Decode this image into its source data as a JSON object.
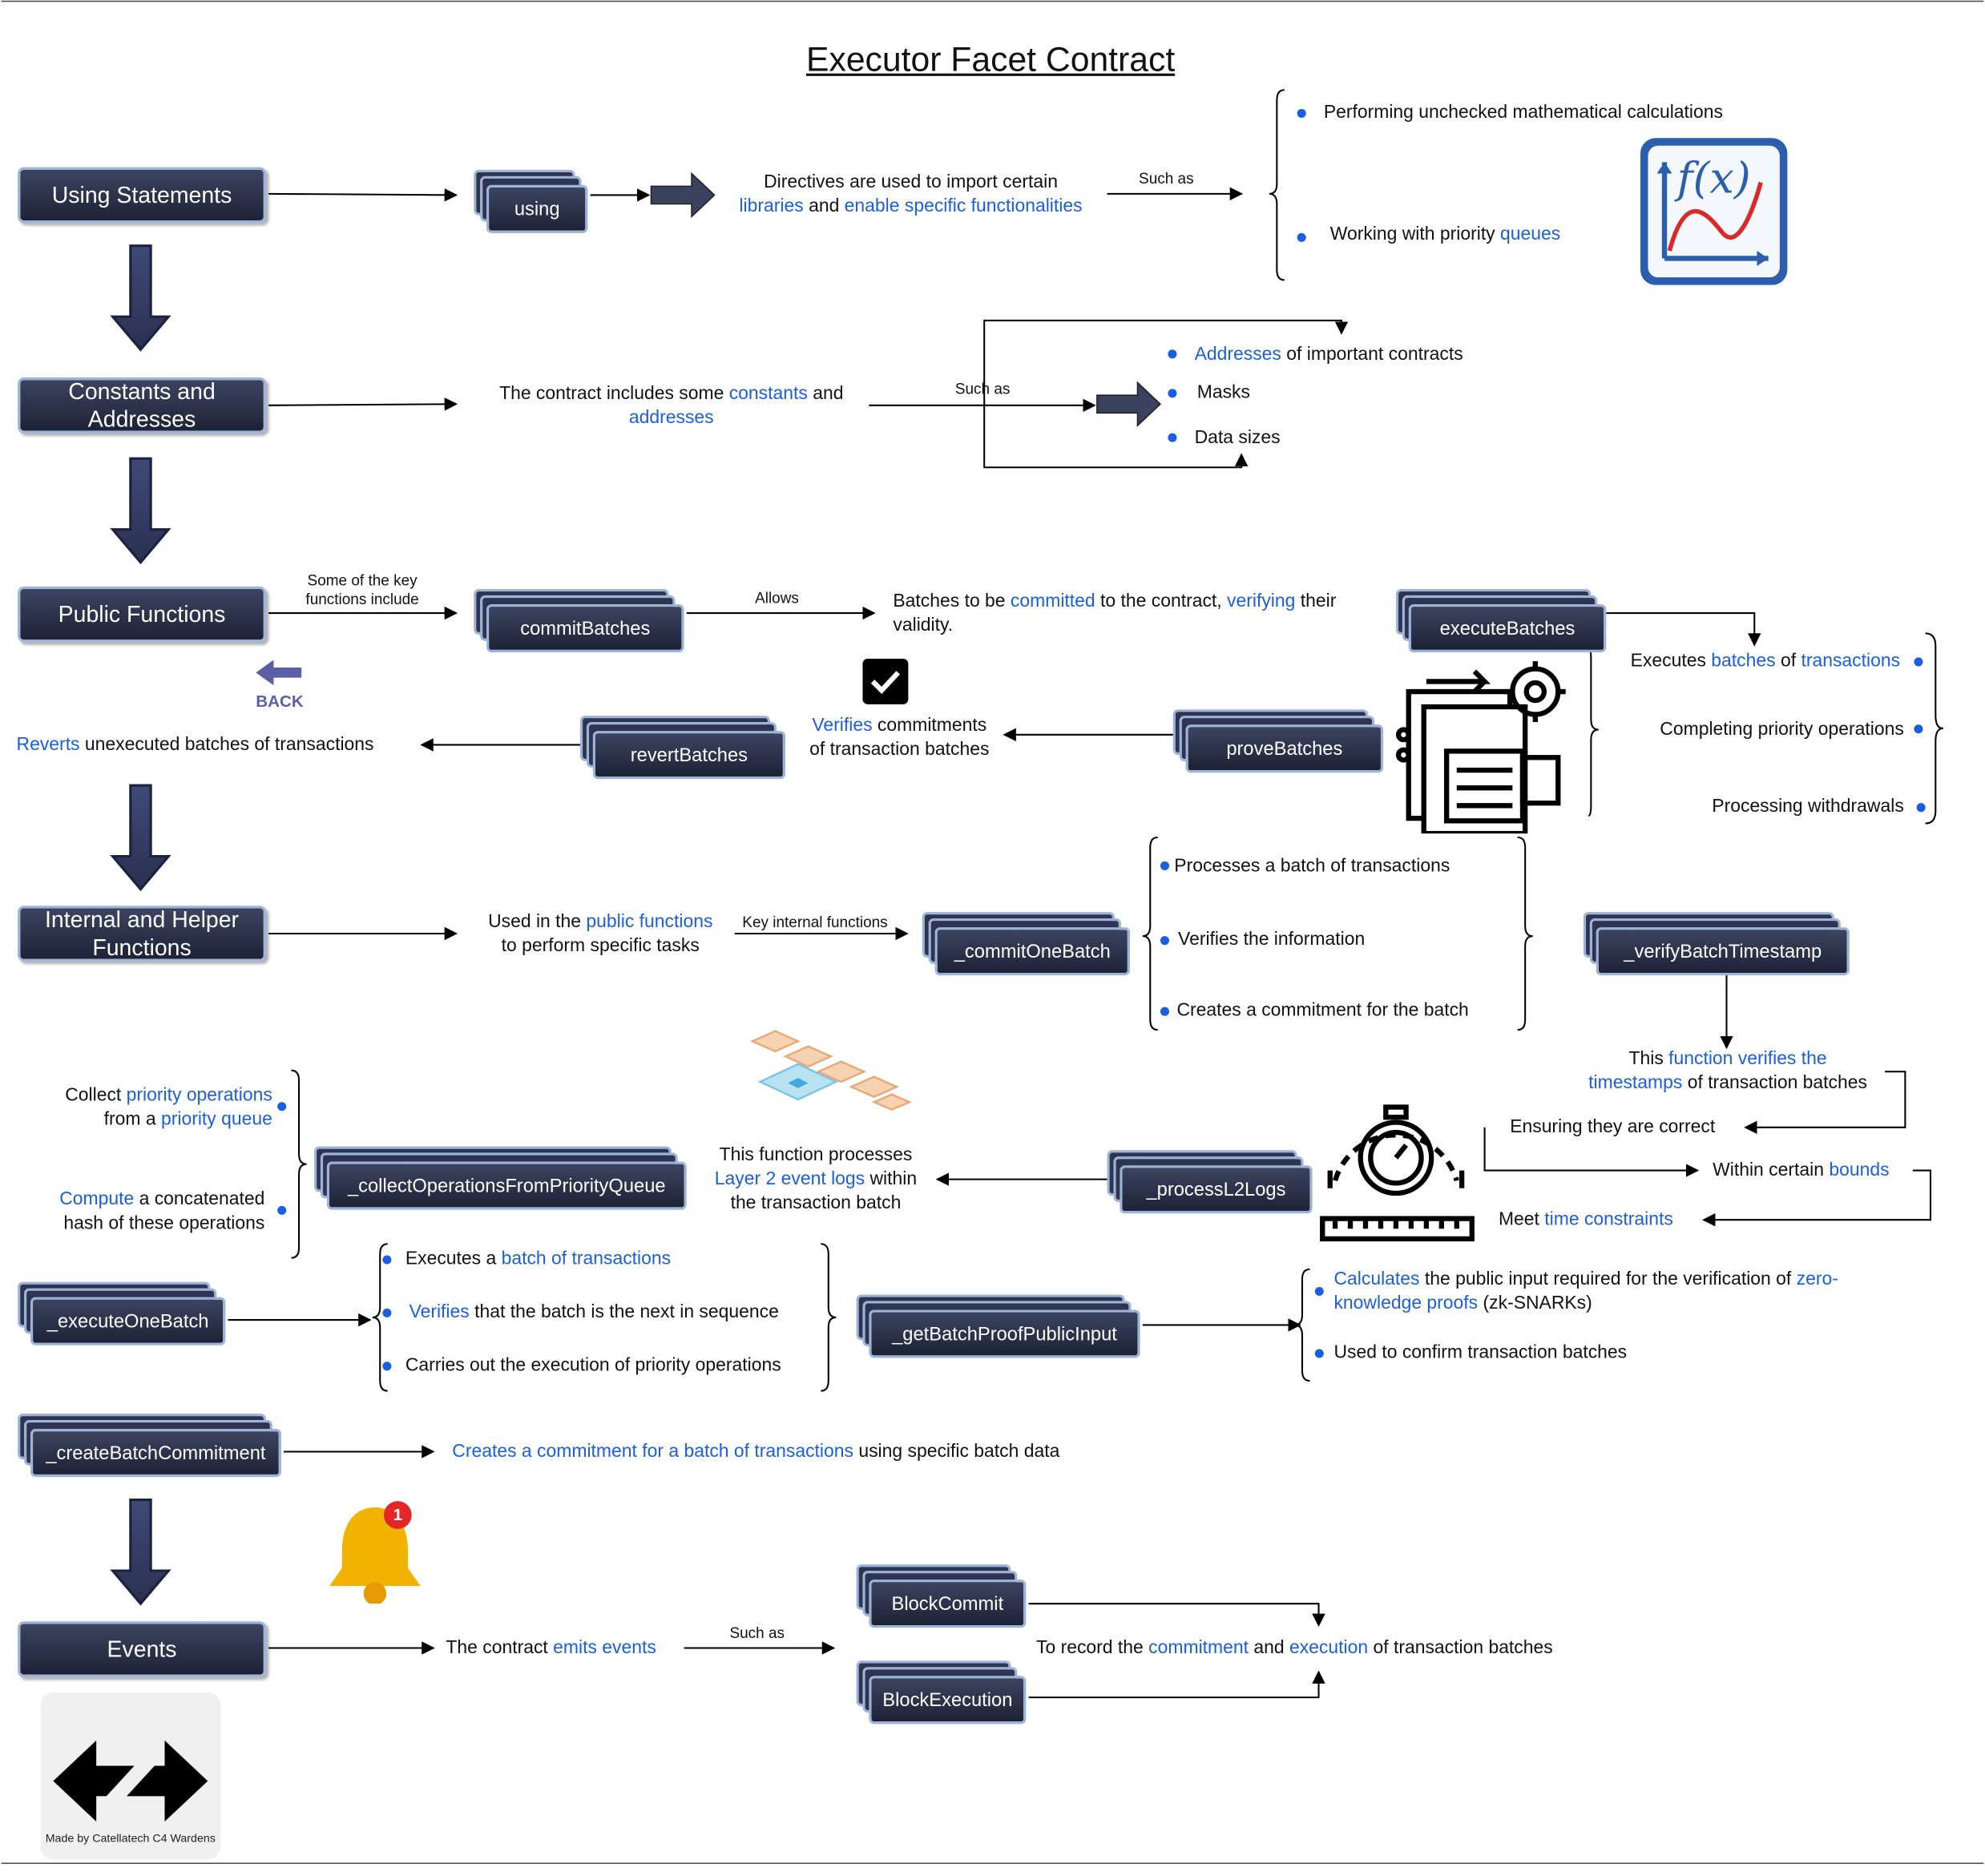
{
  "title": "Executor Facet Contract",
  "sections": {
    "using": "Using Statements",
    "constants": "Constants and Addresses",
    "public": "Public Functions",
    "internal": "Internal and Helper Functions",
    "events": "Events"
  },
  "using_row": {
    "box": "using",
    "desc_1": "Directives are used to import certain",
    "desc_2a": "libraries",
    "desc_2b": " and ",
    "desc_2c": "enable specific functionalities",
    "such_as": "Such as",
    "item_1": "Performing unchecked mathematical calculations",
    "item_2a": "Working with priority ",
    "item_2b": "queues"
  },
  "constants_row": {
    "desc_1a": "The contract includes some ",
    "desc_1b": "constants",
    "desc_1c": " and",
    "desc_2": "addresses",
    "such_as": "Such as",
    "item_1a": "Addresses",
    "item_1b": " of important contracts",
    "item_2": "Masks",
    "item_3": "Data sizes"
  },
  "public_row": {
    "label_1": "Some of the key",
    "label_2": "functions include",
    "commit": "commitBatches",
    "allows": "Allows",
    "desc_1a": "Batches to be ",
    "desc_1b": "committed",
    "desc_1c": " to the contract, ",
    "desc_1d": "verifying",
    "desc_1e": " their",
    "desc_2": "validity.",
    "execute": "executeBatches",
    "exec_1a": "Executes ",
    "exec_1b": "batches",
    "exec_1c": " of ",
    "exec_1d": "transactions",
    "exec_2": "Completing priority operations",
    "exec_3": "Processing withdrawals",
    "prove": "proveBatches",
    "verify_1a": "Verifies",
    "verify_1b": " commitments",
    "verify_2": "of transaction batches",
    "revert": "revertBatches",
    "reverts_a": "Reverts",
    "reverts_b": " unexecuted batches of transactions",
    "back": "BACK"
  },
  "internal_row": {
    "desc_1a": "Used in the ",
    "desc_1b": "public functions",
    "desc_2": "to perform specific tasks",
    "key_label": "Key internal functions",
    "commit_one": "_commitOneBatch",
    "c_1": "Processes a batch of transactions",
    "c_2": "Verifies the information",
    "c_3": "Creates a commitment for the batch",
    "verify_ts": "_verifyBatchTimestamp",
    "ts_1a": "This ",
    "ts_1b": "function verifies the",
    "ts_2a": "timestamps",
    "ts_2b": " of transaction batches",
    "ts_3": "Ensuring they are correct",
    "ts_4a": "Within certain ",
    "ts_4b": "bounds",
    "ts_5a": "Meet ",
    "ts_5b": "time constraints",
    "process_l2": "_processL2Logs",
    "l2_1": "This function processes",
    "l2_2a": "Layer 2 event logs",
    "l2_2b": " within",
    "l2_3": "the transaction batch",
    "collect": "_collectOperationsFromPriorityQueue",
    "col_1a": "Collect ",
    "col_1b": "priority operations",
    "col_2a": "from a ",
    "col_2b": "priority queue",
    "col_3a": "Compute",
    "col_3b": " a concatenated",
    "col_4": "hash of these operations",
    "execute_one": "_executeOneBatch",
    "e_1a": "Executes a ",
    "e_1b": "batch of transactions",
    "e_2a": "Verifies",
    "e_2b": " that the batch is the next in sequence",
    "e_3": "Carries out the execution of priority operations",
    "proof_input": "_getBatchProofPublicInput",
    "p_1a": "Calculates",
    "p_1b": " the public input required for the verification of ",
    "p_1c": "zero-",
    "p_2a": "knowledge proofs",
    "p_2b": " (zk-SNARKs)",
    "p_3": "Used to confirm transaction batches",
    "create": "_createBatchCommitment",
    "cr_a": "Creates a commitment for a batch of transactions",
    "cr_b": " using specific batch data"
  },
  "events_row": {
    "desc_a": "The contract ",
    "desc_b": "emits events",
    "such_as": "Such as",
    "block_commit": "BlockCommit",
    "block_exec": "BlockExecution",
    "rec_a": "To record the ",
    "rec_b": "commitment",
    "rec_c": " and ",
    "rec_d": "execution",
    "rec_e": " of transaction batches",
    "badge": "1"
  },
  "credit": "Made by Catellatech C4 Wardens",
  "colors": {
    "accent": "#1a5fe0",
    "box_dark": "#1d2236",
    "box_border": "#9db3d8",
    "arrow": "#3a4260"
  }
}
